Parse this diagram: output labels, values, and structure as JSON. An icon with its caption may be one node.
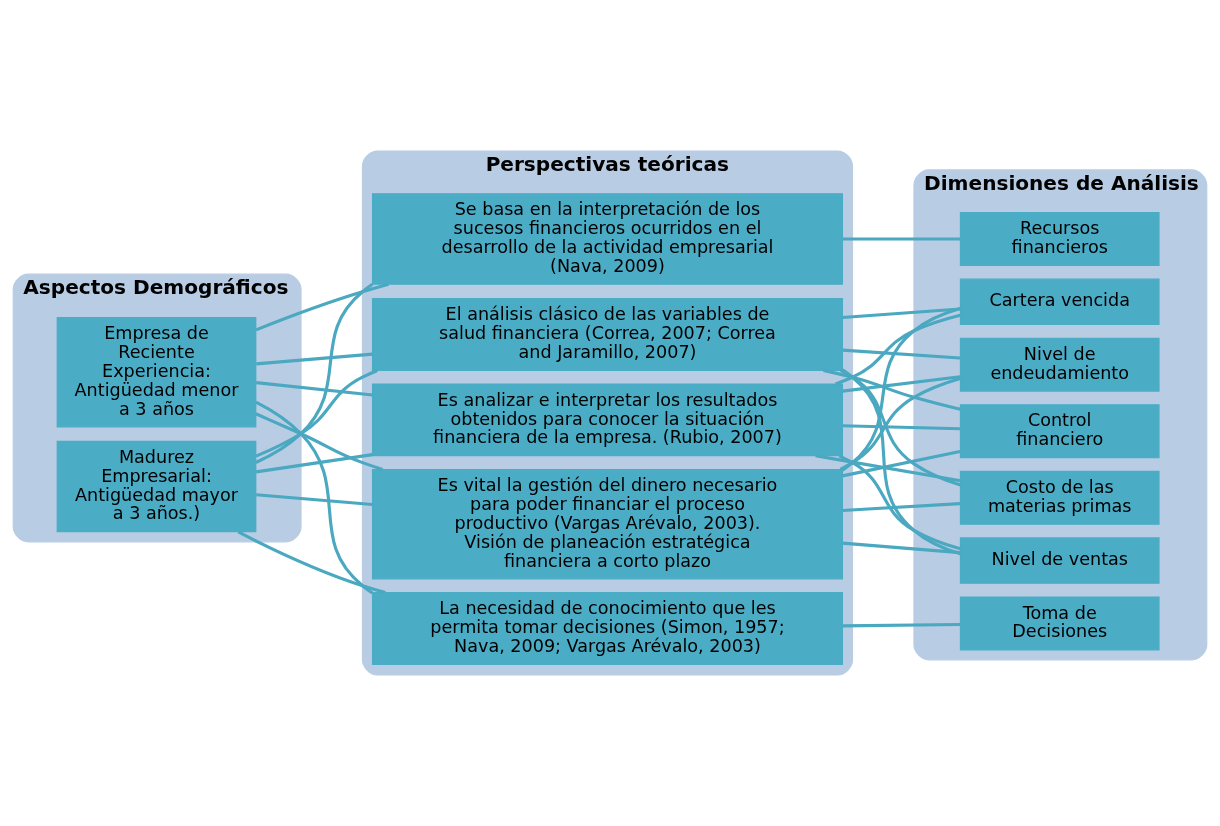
{
  "diagram": {
    "nodes": [
      {
        "text": [
          "Aspectos Demográficos"
        ]
      },
      {
        "text": [
          "Empresa de Reciente Experiencia: Antigüedad menor a 3 años"
        ],
        "in": 0
      },
      {
        "text": [
          "Madurez Empresarial: Antigüedad mayor a 3 años.)"
        ],
        "in": 0
      },
      {
        "text": [
          "Perspectivas teóricas"
        ]
      },
      {
        "text": [
          "La necesidad de conocimiento que les permita tomar decisiones (Simon, 1957; Nava, 2009; Vargas Arévalo, 2003)"
        ],
        "in": 3
      },
      {
        "text": [
          "Se basa en la interpretación de los sucesos financieros ocurridos en el desarrollo de la actividad empresarial (Nava, 2009)"
        ],
        "in": 3
      },
      {
        "text": [
          "Es vital la gestión del dinero necesario para poder financiar el proceso productivo (Vargas Arévalo, 2003). Visión de planeación estratégica financiera a corto plazo"
        ],
        "in": 3
      },
      {
        "text": [
          "El análisis clásico de las variables de salud financiera (Correa, 2007; Correa and Jaramillo, 2007)"
        ],
        "in": 3
      },
      {
        "text": [
          "Es analizar e interpretar los resultados obtenidos para conocer la situación financiera de la empresa. (Rubio, 2007)"
        ],
        "in": 3
      },
      {
        "text": [
          "Dimensiones de Análisis"
        ]
      },
      {
        "text": [
          "Toma de Decisiones"
        ],
        "in": 9
      },
      {
        "text": [
          "Recursos financieros"
        ],
        "in": 9
      },
      {
        "text": [
          "Costo de las materias primas"
        ],
        "in": 9
      },
      {
        "text": [
          "Nivel de ventas"
        ],
        "in": 9
      },
      {
        "text": [
          "Cartera vencida"
        ],
        "in": 9
      },
      {
        "text": [
          "Nivel de endeudamiento"
        ],
        "in": 9
      },
      {
        "text": [
          "Control financiero"
        ],
        "in": 9
      }
    ],
    "edges": [
      {
        "from": 1,
        "to": 4,
        "arrow": "none"
      },
      {
        "from": 1,
        "to": 5,
        "arrow": "none"
      },
      {
        "from": 1,
        "to": 6,
        "arrow": "none"
      },
      {
        "from": 1,
        "to": 7,
        "arrow": "none"
      },
      {
        "from": 1,
        "to": 8,
        "arrow": "none"
      },
      {
        "from": 2,
        "to": 4,
        "arrow": "none"
      },
      {
        "from": 2,
        "to": 5,
        "arrow": "none"
      },
      {
        "from": 2,
        "to": 6,
        "arrow": "none"
      },
      {
        "from": 2,
        "to": 7,
        "arrow": "none"
      },
      {
        "from": 2,
        "to": 8,
        "arrow": "none"
      },
      {
        "from": 4,
        "to": 10,
        "arrow": "none"
      },
      {
        "from": 5,
        "to": 11,
        "arrow": "none"
      },
      {
        "from": 6,
        "to": 12,
        "arrow": "none"
      },
      {
        "from": 6,
        "to": 13,
        "arrow": "none"
      },
      {
        "from": 6,
        "to": 14,
        "arrow": "none"
      },
      {
        "from": 6,
        "to": 15,
        "arrow": "none"
      },
      {
        "from": 6,
        "to": 16,
        "arrow": "none"
      },
      {
        "from": 7,
        "to": 12,
        "arrow": "none"
      },
      {
        "from": 7,
        "to": 13,
        "arrow": "none"
      },
      {
        "from": 7,
        "to": 14,
        "arrow": "none"
      },
      {
        "from": 7,
        "to": 15,
        "arrow": "none"
      },
      {
        "from": 7,
        "to": 16,
        "arrow": "none"
      },
      {
        "from": 8,
        "to": 12,
        "arrow": "none"
      },
      {
        "from": 8,
        "to": 13,
        "arrow": "none"
      },
      {
        "from": 8,
        "to": 14,
        "arrow": "none"
      },
      {
        "from": 8,
        "to": 15,
        "arrow": "none"
      },
      {
        "from": 8,
        "to": 16,
        "arrow": "none"
      }
    ]
  }
}
